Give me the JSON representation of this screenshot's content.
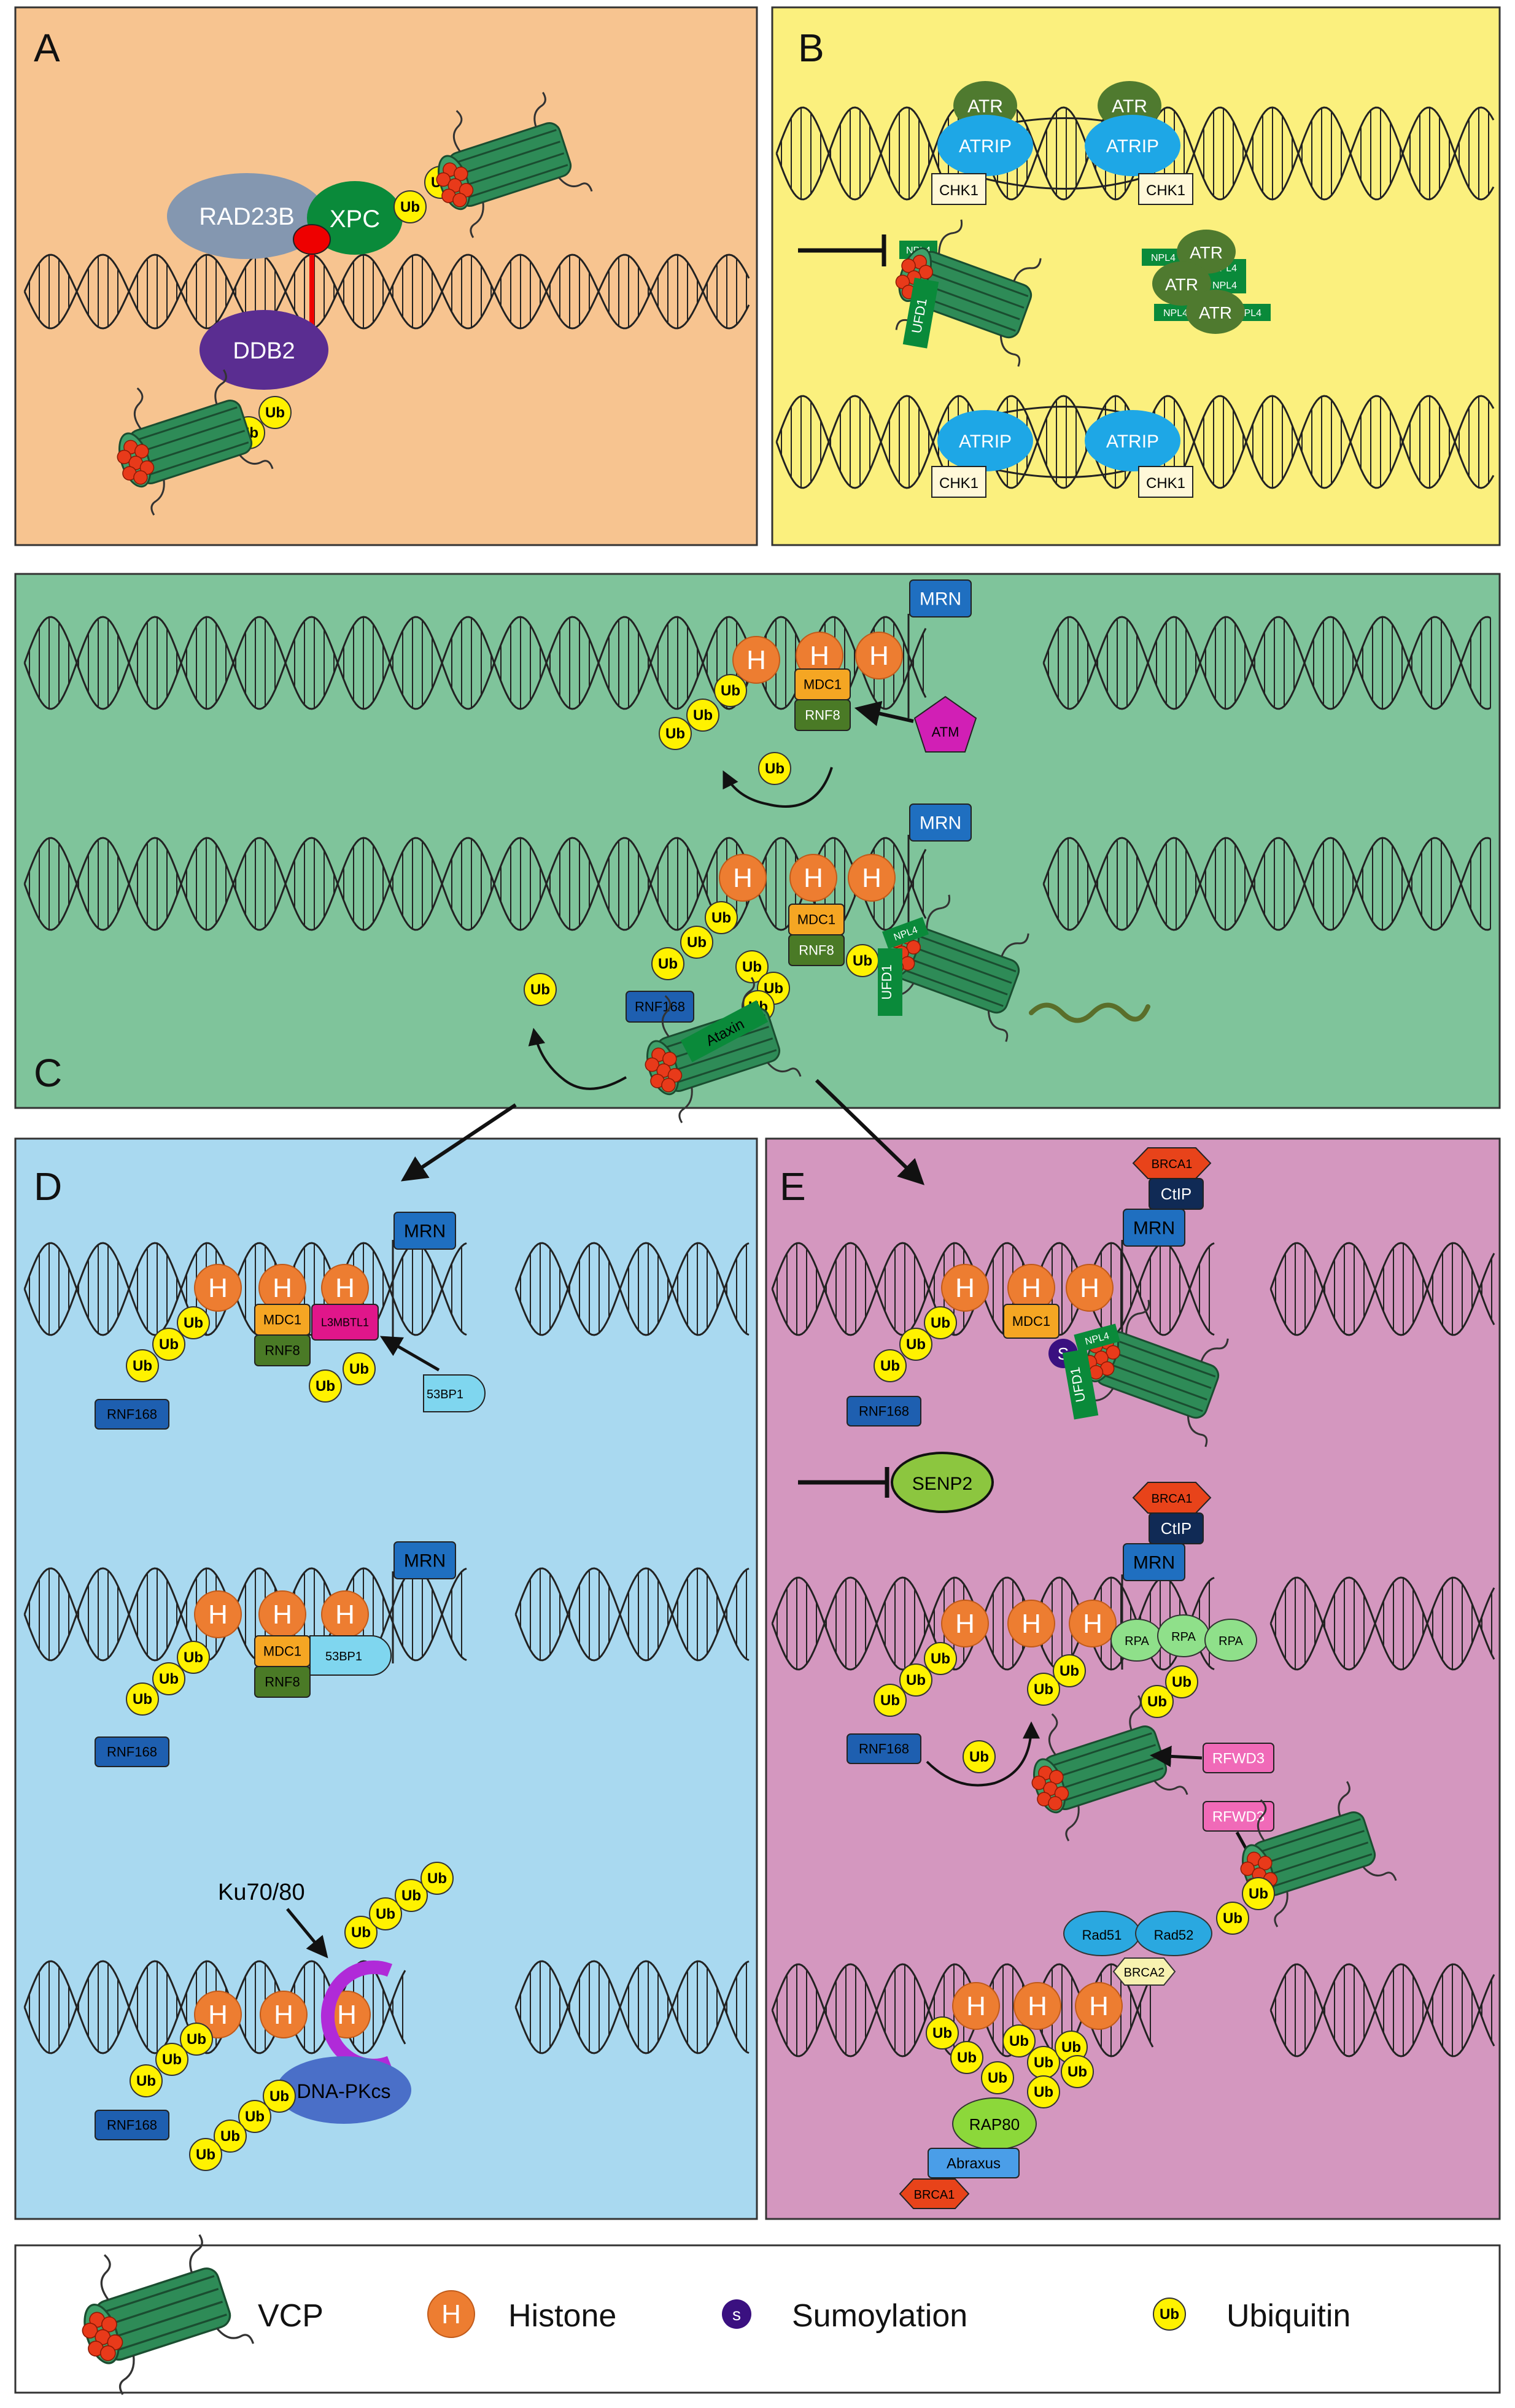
{
  "panels": {
    "a": {
      "letter": "A",
      "rad23b": "RAD23B",
      "xpc": "XPC",
      "ddb2": "DDB2"
    },
    "b": {
      "letter": "B",
      "atr": "ATR",
      "atrip": "ATRIP",
      "chk1": "CHK1",
      "npl4": "NPL4",
      "ufd1": "UFD1"
    },
    "c": {
      "letter": "C",
      "mrn": "MRN",
      "mdc1": "MDC1",
      "rnf8": "RNF8",
      "atm": "ATM",
      "rnf168": "RNF168",
      "ataxin": "Ataxin",
      "ufd1": "UFD1",
      "npl4": "NPL4"
    },
    "d": {
      "letter": "D",
      "mrn": "MRN",
      "mdc1": "MDC1",
      "rnf8": "RNF8",
      "l3mbtl1": "L3MBTL1",
      "bp53": "53BP1",
      "rnf168": "RNF168",
      "ku": "Ku70/80",
      "dnapkcs": "DNA-PKcs"
    },
    "e": {
      "letter": "E",
      "brca1": "BRCA1",
      "ctip": "CtIP",
      "mrn": "MRN",
      "mdc1": "MDC1",
      "s": "S",
      "npl4": "NPL4",
      "ufd1": "UFD1",
      "rnf168": "RNF168",
      "senp2": "SENP2",
      "rpa": "RPA",
      "rfwd3": "RFWD3",
      "rad51": "Rad51",
      "rad52": "Rad52",
      "brca2": "BRCA2",
      "rap80": "RAP80",
      "abraxus": "Abraxus"
    }
  },
  "glyphs": {
    "histone": "H",
    "ubiquitin": "Ub",
    "sumo": "s"
  },
  "legend": {
    "vcp": "VCP",
    "histone": "Histone",
    "sumoylation": "Sumoylation",
    "ubiquitin": "Ubiquitin"
  },
  "colors": {
    "panel_a": "#f7c490",
    "panel_b": "#fbf07e",
    "panel_c": "#7fc49b",
    "panel_d": "#a9d9f0",
    "panel_e": "#d497bf",
    "ubiquitin": "#fff200",
    "histone": "#ed7d31",
    "vcp": "#2e8b57",
    "atr": "#4f7a2f",
    "atrip": "#1ea7e6",
    "mrn": "#1f6fc0",
    "mdc1": "#f5a623",
    "rnf8": "#4a7a26",
    "rnf168": "#1e5fb0",
    "atm": "#d11fb5"
  }
}
